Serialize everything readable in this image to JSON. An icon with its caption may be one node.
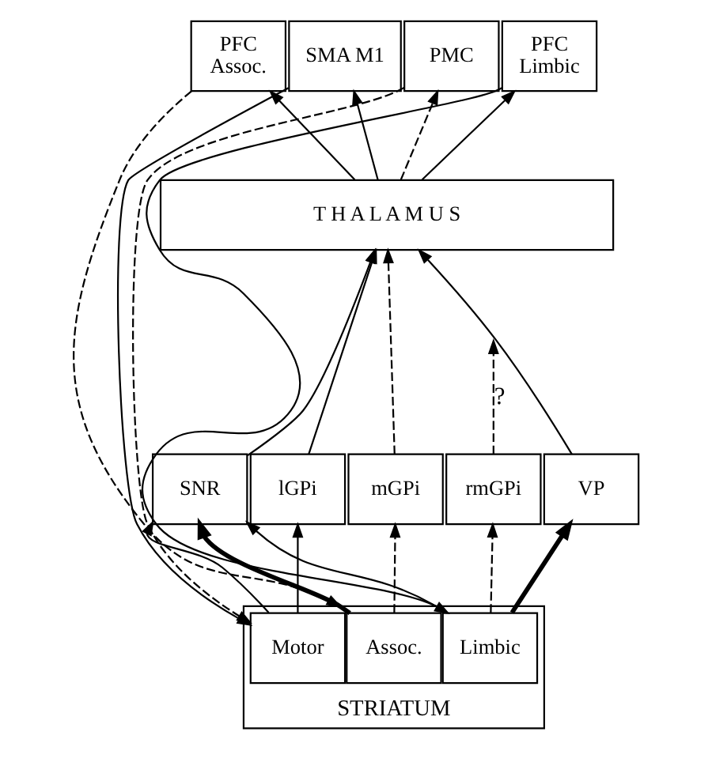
{
  "diagram": {
    "nodes": [
      {
        "text": [
          "PFC",
          "Assoc."
        ]
      },
      {
        "text": [
          "SMA M1"
        ]
      },
      {
        "text": [
          "PMC"
        ]
      },
      {
        "text": [
          "PFC",
          "Limbic"
        ]
      },
      {
        "text": [
          "T H A L A M U S"
        ]
      },
      {
        "text": [
          "SNR"
        ]
      },
      {
        "text": [
          "lGPi"
        ]
      },
      {
        "text": [
          "mGPi"
        ]
      },
      {
        "text": [
          "rmGPi"
        ]
      },
      {
        "text": [
          "VP"
        ]
      },
      {
        "text": [
          "STRIATUM"
        ]
      },
      {
        "text": [
          "Motor"
        ],
        "in": 10
      },
      {
        "text": [
          "Assoc."
        ],
        "in": 10
      },
      {
        "text": [
          "Limbic"
        ],
        "in": 10
      }
    ],
    "edges": [
      {
        "from": 4,
        "to": 0,
        "arrow": "to"
      },
      {
        "from": 4,
        "to": 1,
        "arrow": "to"
      },
      {
        "from": 4,
        "to": 2,
        "arrow": "to",
        "style": "dashed"
      },
      {
        "from": 4,
        "to": 3,
        "arrow": "to"
      },
      {
        "from": 5,
        "to": 4,
        "arrow": "to"
      },
      {
        "from": 6,
        "to": 4,
        "arrow": "to"
      },
      {
        "from": 7,
        "to": 4,
        "arrow": "to",
        "style": "dashed"
      },
      {
        "from": 8,
        "to": null,
        "arrow": "to",
        "style": "dashed",
        "label": "?"
      },
      {
        "from": 9,
        "to": 4,
        "arrow": "to"
      },
      {
        "from": 11,
        "to": 5,
        "arrow": "to"
      },
      {
        "from": 11,
        "to": 6,
        "arrow": "to"
      },
      {
        "from": 12,
        "to": 5,
        "arrow": "to",
        "style": "thick"
      },
      {
        "from": 12,
        "to": 7,
        "arrow": "to",
        "style": "dashed"
      },
      {
        "from": 13,
        "to": 5,
        "arrow": "to"
      },
      {
        "from": 13,
        "to": 8,
        "arrow": "to",
        "style": "dashed"
      },
      {
        "from": 13,
        "to": 9,
        "arrow": "to",
        "style": "thick"
      },
      {
        "from": 0,
        "to": 10,
        "arrow": "to",
        "style": "dashed"
      },
      {
        "from": 1,
        "to": 11,
        "arrow": "to"
      },
      {
        "from": 2,
        "to": 11,
        "arrow": "to",
        "style": "dashed"
      },
      {
        "from": 3,
        "to": 13,
        "arrow": "to"
      }
    ]
  }
}
